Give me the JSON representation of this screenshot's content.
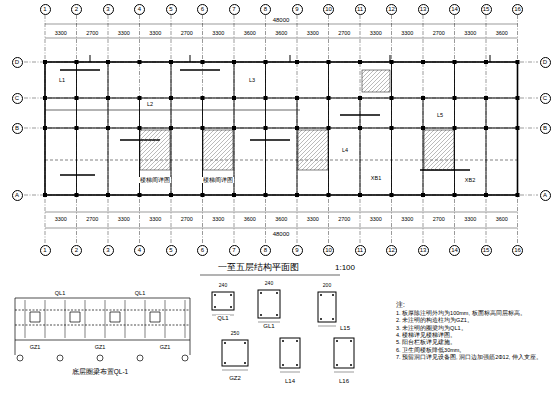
{
  "diagram": {
    "title": "一至五层结构平面图",
    "nodes": [
      {
        "text": [
          "1"
        ]
      },
      {
        "text": [
          "2"
        ]
      },
      {
        "text": [
          "3"
        ]
      },
      {
        "text": [
          "4"
        ]
      },
      {
        "text": [
          "5"
        ]
      },
      {
        "text": [
          "6"
        ]
      },
      {
        "text": [
          "7"
        ]
      },
      {
        "text": [
          "8"
        ]
      },
      {
        "text": [
          "9"
        ]
      },
      {
        "text": [
          "10"
        ]
      },
      {
        "text": [
          "11"
        ]
      },
      {
        "text": [
          "12"
        ]
      },
      {
        "text": [
          "13"
        ]
      },
      {
        "text": [
          "14"
        ]
      },
      {
        "text": [
          "15"
        ]
      },
      {
        "text": [
          "16"
        ]
      },
      {
        "text": [
          "1"
        ]
      },
      {
        "text": [
          "2"
        ]
      },
      {
        "text": [
          "3"
        ]
      },
      {
        "text": [
          "4"
        ]
      },
      {
        "text": [
          "5"
        ]
      },
      {
        "text": [
          "6"
        ]
      },
      {
        "text": [
          "7"
        ]
      },
      {
        "text": [
          "8"
        ]
      },
      {
        "text": [
          "9"
        ]
      },
      {
        "text": [
          "10"
        ]
      },
      {
        "text": [
          "11"
        ]
      },
      {
        "text": [
          "12"
        ]
      },
      {
        "text": [
          "13"
        ]
      },
      {
        "text": [
          "14"
        ]
      },
      {
        "text": [
          "15"
        ]
      },
      {
        "text": [
          "16"
        ]
      },
      {
        "text": [
          "D"
        ]
      },
      {
        "text": [
          "C"
        ]
      },
      {
        "text": [
          "B"
        ]
      },
      {
        "text": [
          "A"
        ]
      },
      {
        "text": [
          "D"
        ]
      },
      {
        "text": [
          "C"
        ]
      },
      {
        "text": [
          "B"
        ]
      },
      {
        "text": [
          "A"
        ]
      }
    ],
    "labels": [
      "1:100",
      "3300",
      "2700",
      "3300",
      "3300",
      "2700",
      "3300",
      "3600",
      "3600",
      "3300",
      "2700",
      "3300",
      "3300",
      "2700",
      "3300",
      "3600",
      "48000",
      "3300",
      "2700",
      "3300",
      "3300",
      "2700",
      "3300",
      "3600",
      "3600",
      "3300",
      "2700",
      "3300",
      "3300",
      "2700",
      "3300",
      "3600",
      "48000",
      "L1",
      "L2",
      "L3",
      "L4",
      "L5",
      "XB1",
      "XB2",
      "楼梯间详图",
      "楼梯间详图",
      "底层圈梁布置QL-1",
      "QL1",
      "QL1",
      "GZ1",
      "GZ1",
      "GZ1",
      "QL1",
      "GL1",
      "L15",
      "GZ2",
      "L14",
      "L16",
      "240",
      "240",
      "200",
      "250",
      "注:",
      "1. 板厚除注明外均为100mm, 板面标高同层标高。",
      "2. 未注明的构造柱均为GZ1。",
      "3. 未注明的圈梁均为QL1。",
      "4. 楼梯详见楼梯详图。",
      "5. 阳台栏板详见建施。",
      "6. 卫生间楼板降低30mm。",
      "7. 预留洞口详见设备图, 洞口边加强筋2Φ12, 伸入支座。"
    ]
  }
}
